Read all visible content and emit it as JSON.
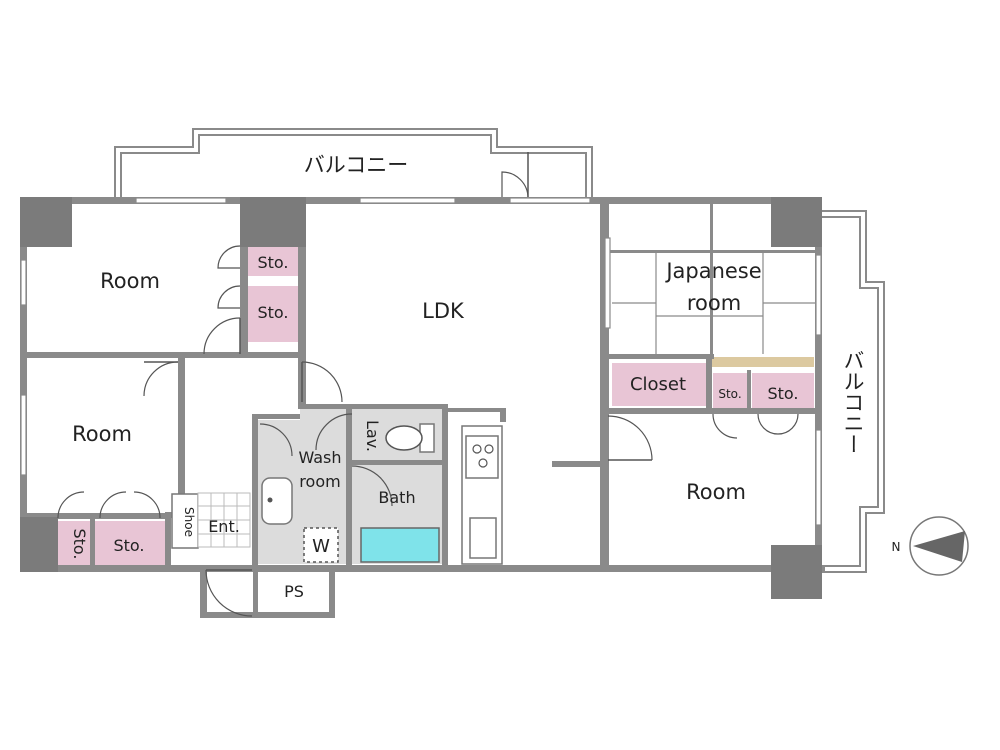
{
  "labels": {
    "balcony_top": "バルコニー",
    "balcony_right": "バルコニー",
    "room_top_left": "Room",
    "room_left": "Room",
    "room_right": "Room",
    "ldk": "LDK",
    "japanese_line1": "Japanese",
    "japanese_line2": "room",
    "closet": "Closet",
    "sto_1": "Sto.",
    "sto_2": "Sto.",
    "sto_3": "Sto.",
    "sto_4": "Sto.",
    "sto_5": "Sto.",
    "sto_6": "Sto.",
    "lav": "Lav.",
    "wash_line1": "Wash",
    "wash_line2": "room",
    "bath": "Bath",
    "shoe": "Shoe",
    "ent": "Ent.",
    "ps": "PS",
    "w": "W",
    "north": "N"
  },
  "colors": {
    "wall": "#8a8a8a",
    "storage": "#e8c5d5",
    "wet_area": "#dcdcdc",
    "bathtub": "#7fe3ea",
    "tatami_shelf": "#dcc9a0"
  }
}
